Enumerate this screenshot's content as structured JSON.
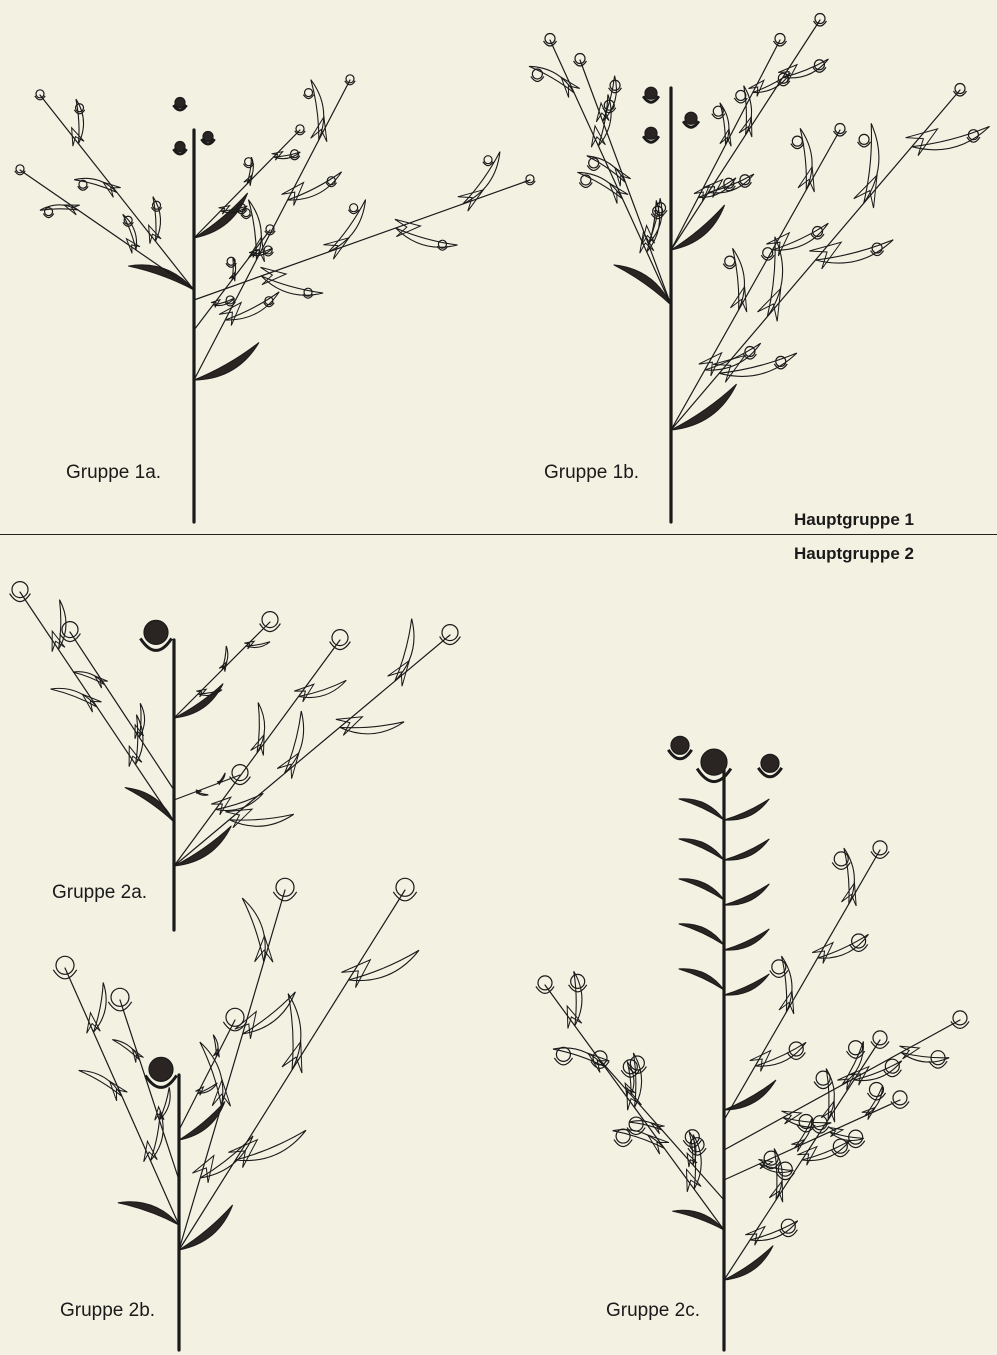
{
  "colors": {
    "background": "#f3f1e2",
    "ink": "#1a1a1a",
    "fill": "#2a2522"
  },
  "main_groups": {
    "group1": "Hauptgruppe 1",
    "group2": "Hauptgruppe 2"
  },
  "groups": [
    {
      "id": "1a",
      "label": "Gruppe 1a."
    },
    {
      "id": "1b",
      "label": "Gruppe 1b."
    },
    {
      "id": "2a",
      "label": "Gruppe 2a."
    },
    {
      "id": "2b",
      "label": "Gruppe 2b."
    },
    {
      "id": "2c",
      "label": "Gruppe 2c."
    }
  ]
}
